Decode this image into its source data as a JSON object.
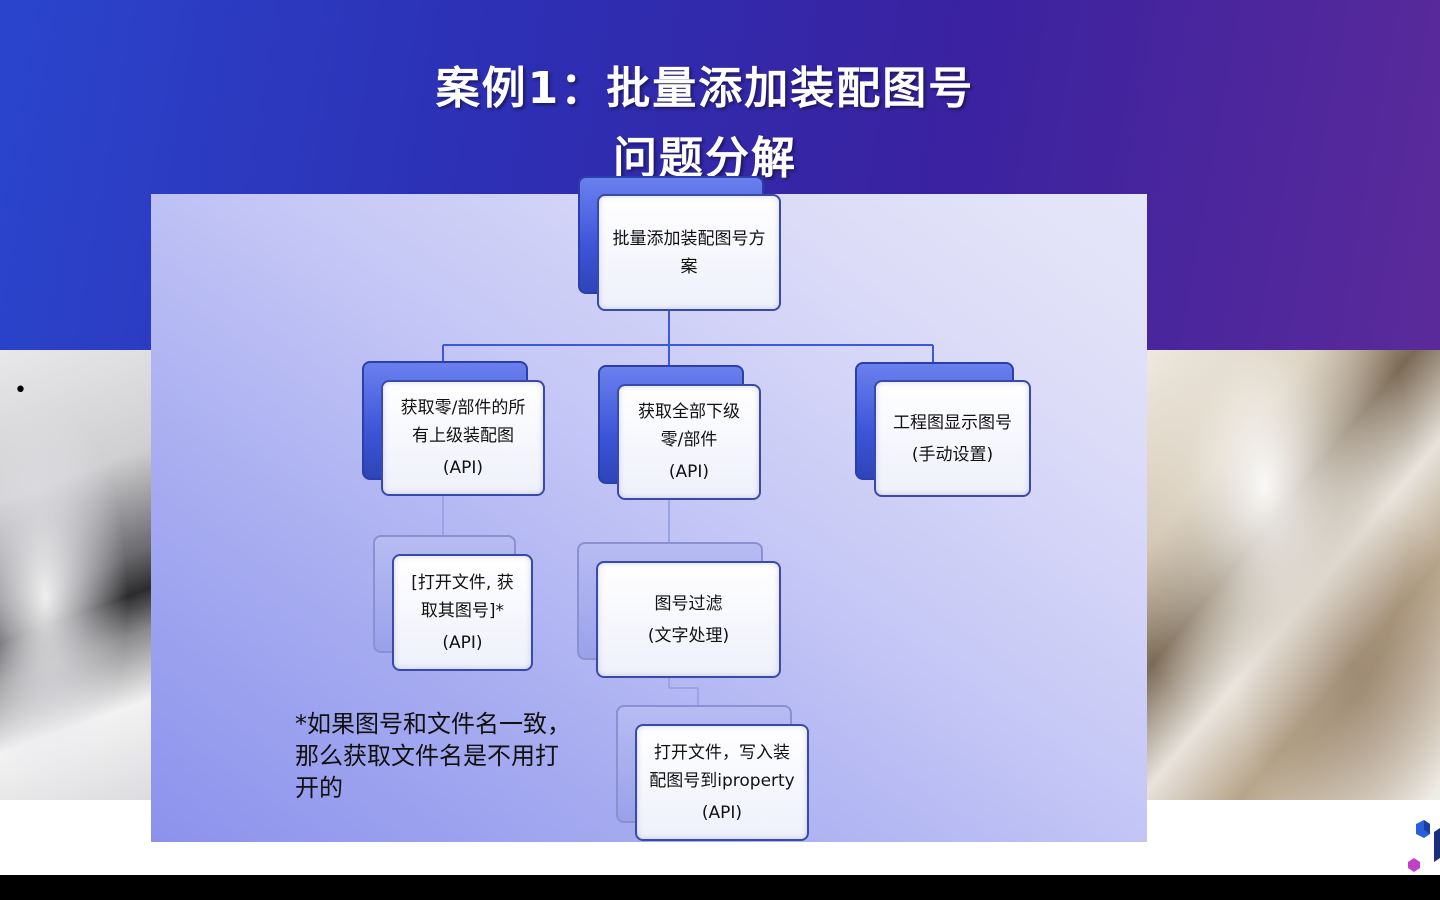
{
  "slide": {
    "title": "案例1：批量添加装配图号",
    "subtitle": "问题分解",
    "bullet": "•"
  },
  "diagram": {
    "root": {
      "line1": "批量添加装配图号方",
      "line2": "案"
    },
    "node_parents": {
      "line1": "获取零/部件的所",
      "line2": "有上级装配图",
      "api": "(API)"
    },
    "node_children": {
      "line1": "获取全部下级",
      "line2": "零/部件",
      "api": "(API)"
    },
    "node_drawing": {
      "line1": "工程图显示图号",
      "line2": "(手动设置)"
    },
    "node_open_file": {
      "line1": "[打开文件, 获",
      "line2": "取其图号]*",
      "api": "(API)"
    },
    "node_filter": {
      "line1": "图号过滤",
      "line2": "(文字处理)"
    },
    "node_write": {
      "line1": "打开文件，写入装",
      "line2": "配图号到iproperty",
      "api": "(API)"
    }
  },
  "note": "*如果图号和文件名一致，那么获取文件名是不用打开的",
  "colors": {
    "header_blue": "#2a45cc",
    "header_purple": "#5b2a9a",
    "connector": "#3a5ad8",
    "box_border": "#3a4aa8"
  },
  "icons": {
    "logo": "autodesk-cube-logo"
  }
}
